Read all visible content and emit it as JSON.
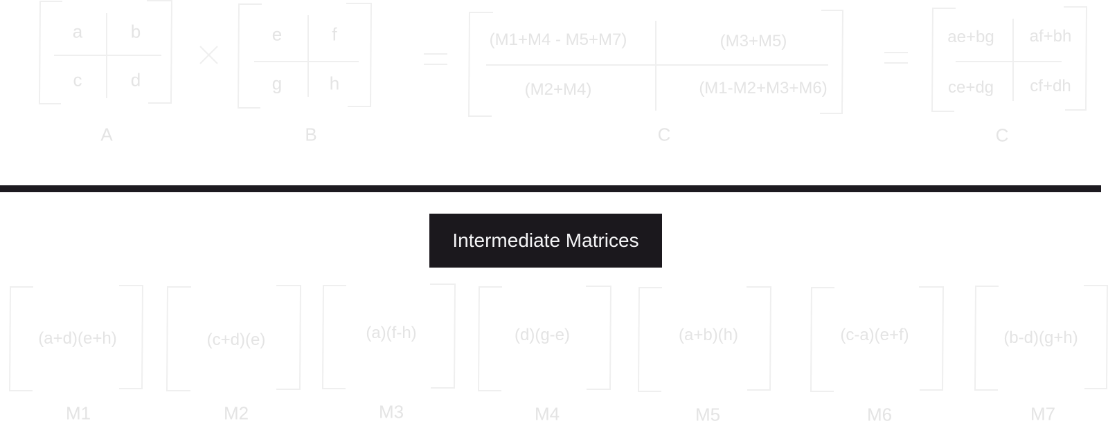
{
  "colors": {
    "faint_stroke": "#efefef",
    "faint_text": "#e4e4e4",
    "divider": "#1d1a20",
    "banner_bg": "#1b181d",
    "banner_text": "#f4f4f6"
  },
  "top": {
    "matrix_a": {
      "cells": [
        "a",
        "b",
        "c",
        "d"
      ],
      "label": "A"
    },
    "times_icon": "times-icon",
    "matrix_b": {
      "cells": [
        "e",
        "f",
        "g",
        "h"
      ],
      "label": "B"
    },
    "equals_icon_1": "equals-icon",
    "matrix_c_formula": {
      "cells": [
        "(M1+M4 - M5+M7)",
        "(M3+M5)",
        "(M2+M4)",
        "(M1-M2+M3+M6)"
      ],
      "label": "C"
    },
    "equals_icon_2": "equals-icon",
    "matrix_c_result": {
      "cells": [
        "ae+bg",
        "af+bh",
        "ce+dg",
        "cf+dh"
      ],
      "label": "C"
    }
  },
  "banner": {
    "label": "Intermediate Matrices"
  },
  "intermediates": [
    {
      "expr": "(a+d)(e+h)",
      "label": "M1"
    },
    {
      "expr": "(c+d)(e)",
      "label": "M2"
    },
    {
      "expr": "(a)(f-h)",
      "label": "M3"
    },
    {
      "expr": "(d)(g-e)",
      "label": "M4"
    },
    {
      "expr": "(a+b)(h)",
      "label": "M5"
    },
    {
      "expr": "(c-a)(e+f)",
      "label": "M6"
    },
    {
      "expr": "(b-d)(g+h)",
      "label": "M7"
    }
  ]
}
